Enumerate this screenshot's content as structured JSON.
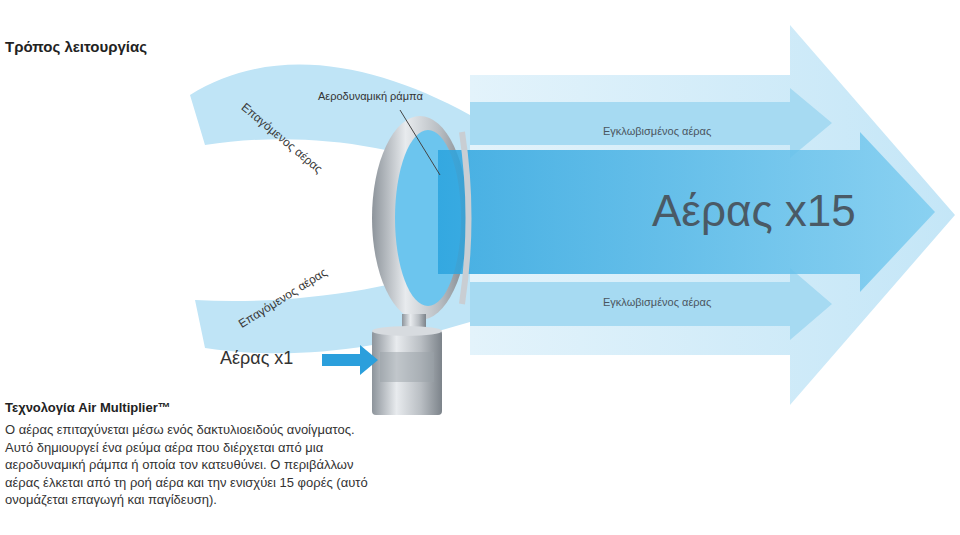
{
  "diagram": {
    "title": "Τρόπος λειτουργίας",
    "labels": [
      "Αεροδυναμική ράμπα",
      "Επαγόμενος αέρας",
      "Εγκλωβισμένος αέρας",
      "Αέρας x15",
      "Επαγόμενος αέρας",
      "Εγκλωβισμένος αέρας",
      "Αέρας x1",
      "Τεχνολογία Air Multiplier™",
      "Ο αέρας επιταχύνεται μέσω ενός δακτυλιοειδούς ανοίγματος. Αυτό δημιουργεί ένα ρεύμα αέρα που διέρχεται από μια αεροδυναμική ράμπα ή οποία τον κατευθύνει. Ο περιβάλλων αέρας έλκεται από τη ροή αέρα και την ενισχύει 15 φορές (αυτό ονομάζεται επαγωγή και παγίδευση)."
    ]
  }
}
